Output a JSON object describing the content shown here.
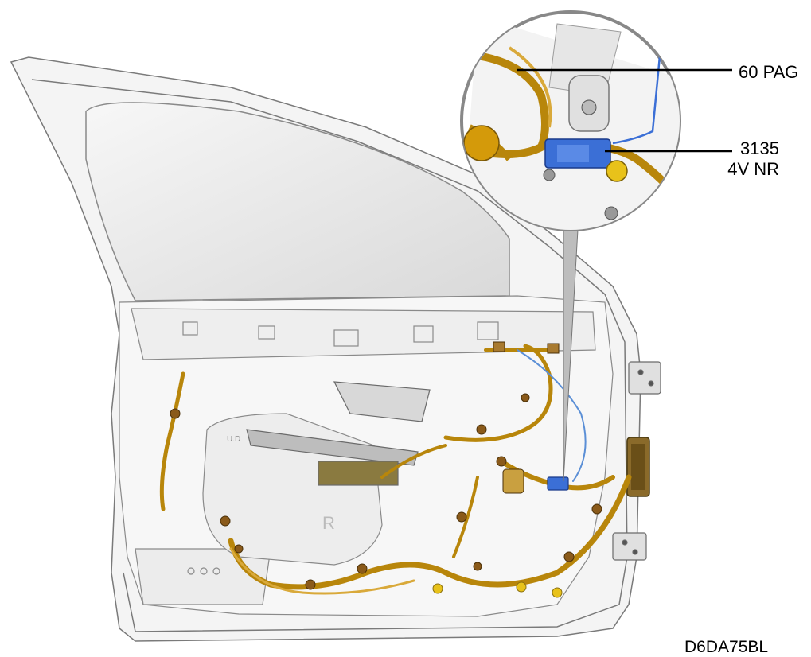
{
  "callouts": {
    "harness": {
      "line1": "60 PAG"
    },
    "connector": {
      "line1": "3135",
      "line2": "4V NR"
    }
  },
  "reference_code": "D6DA75BL",
  "colors": {
    "harness": "#b8860b",
    "harness_light": "#d9a93a",
    "connector_blue": "#3b6fd6",
    "clip_yellow": "#e8c21a",
    "panel_stroke": "#7a7a7a",
    "panel_fill": "#f2f2f2",
    "glass": "#e6e6e6"
  }
}
